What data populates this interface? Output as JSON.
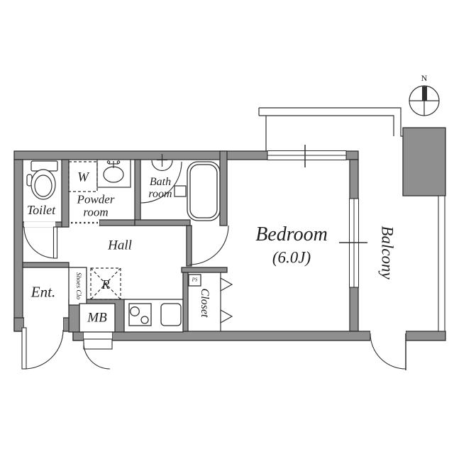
{
  "colors": {
    "wall_fill": "#8f8f8f",
    "line": "#2f2f2f",
    "text": "#1f1f1f",
    "background": "#ffffff"
  },
  "compass": {
    "north_label": "N"
  },
  "rooms": {
    "toilet": {
      "label": "Toilet"
    },
    "washer": {
      "label": "W"
    },
    "powder_room": {
      "line1": "Powder",
      "line2": "room"
    },
    "bath_room": {
      "line1": "Bath",
      "line2": "room"
    },
    "hall": {
      "label": "Hall"
    },
    "entrance": {
      "label": "Ent."
    },
    "shoes_closet": {
      "label": "Shoes Clo"
    },
    "refrigerator": {
      "label": "R"
    },
    "meter_box": {
      "label": "MB"
    },
    "pipe_space": {
      "label": "PS"
    },
    "closet": {
      "label": "Closet"
    },
    "bedroom": {
      "label": "Bedroom",
      "size": "(6.0J)"
    },
    "balcony": {
      "label": "Balcony"
    }
  }
}
